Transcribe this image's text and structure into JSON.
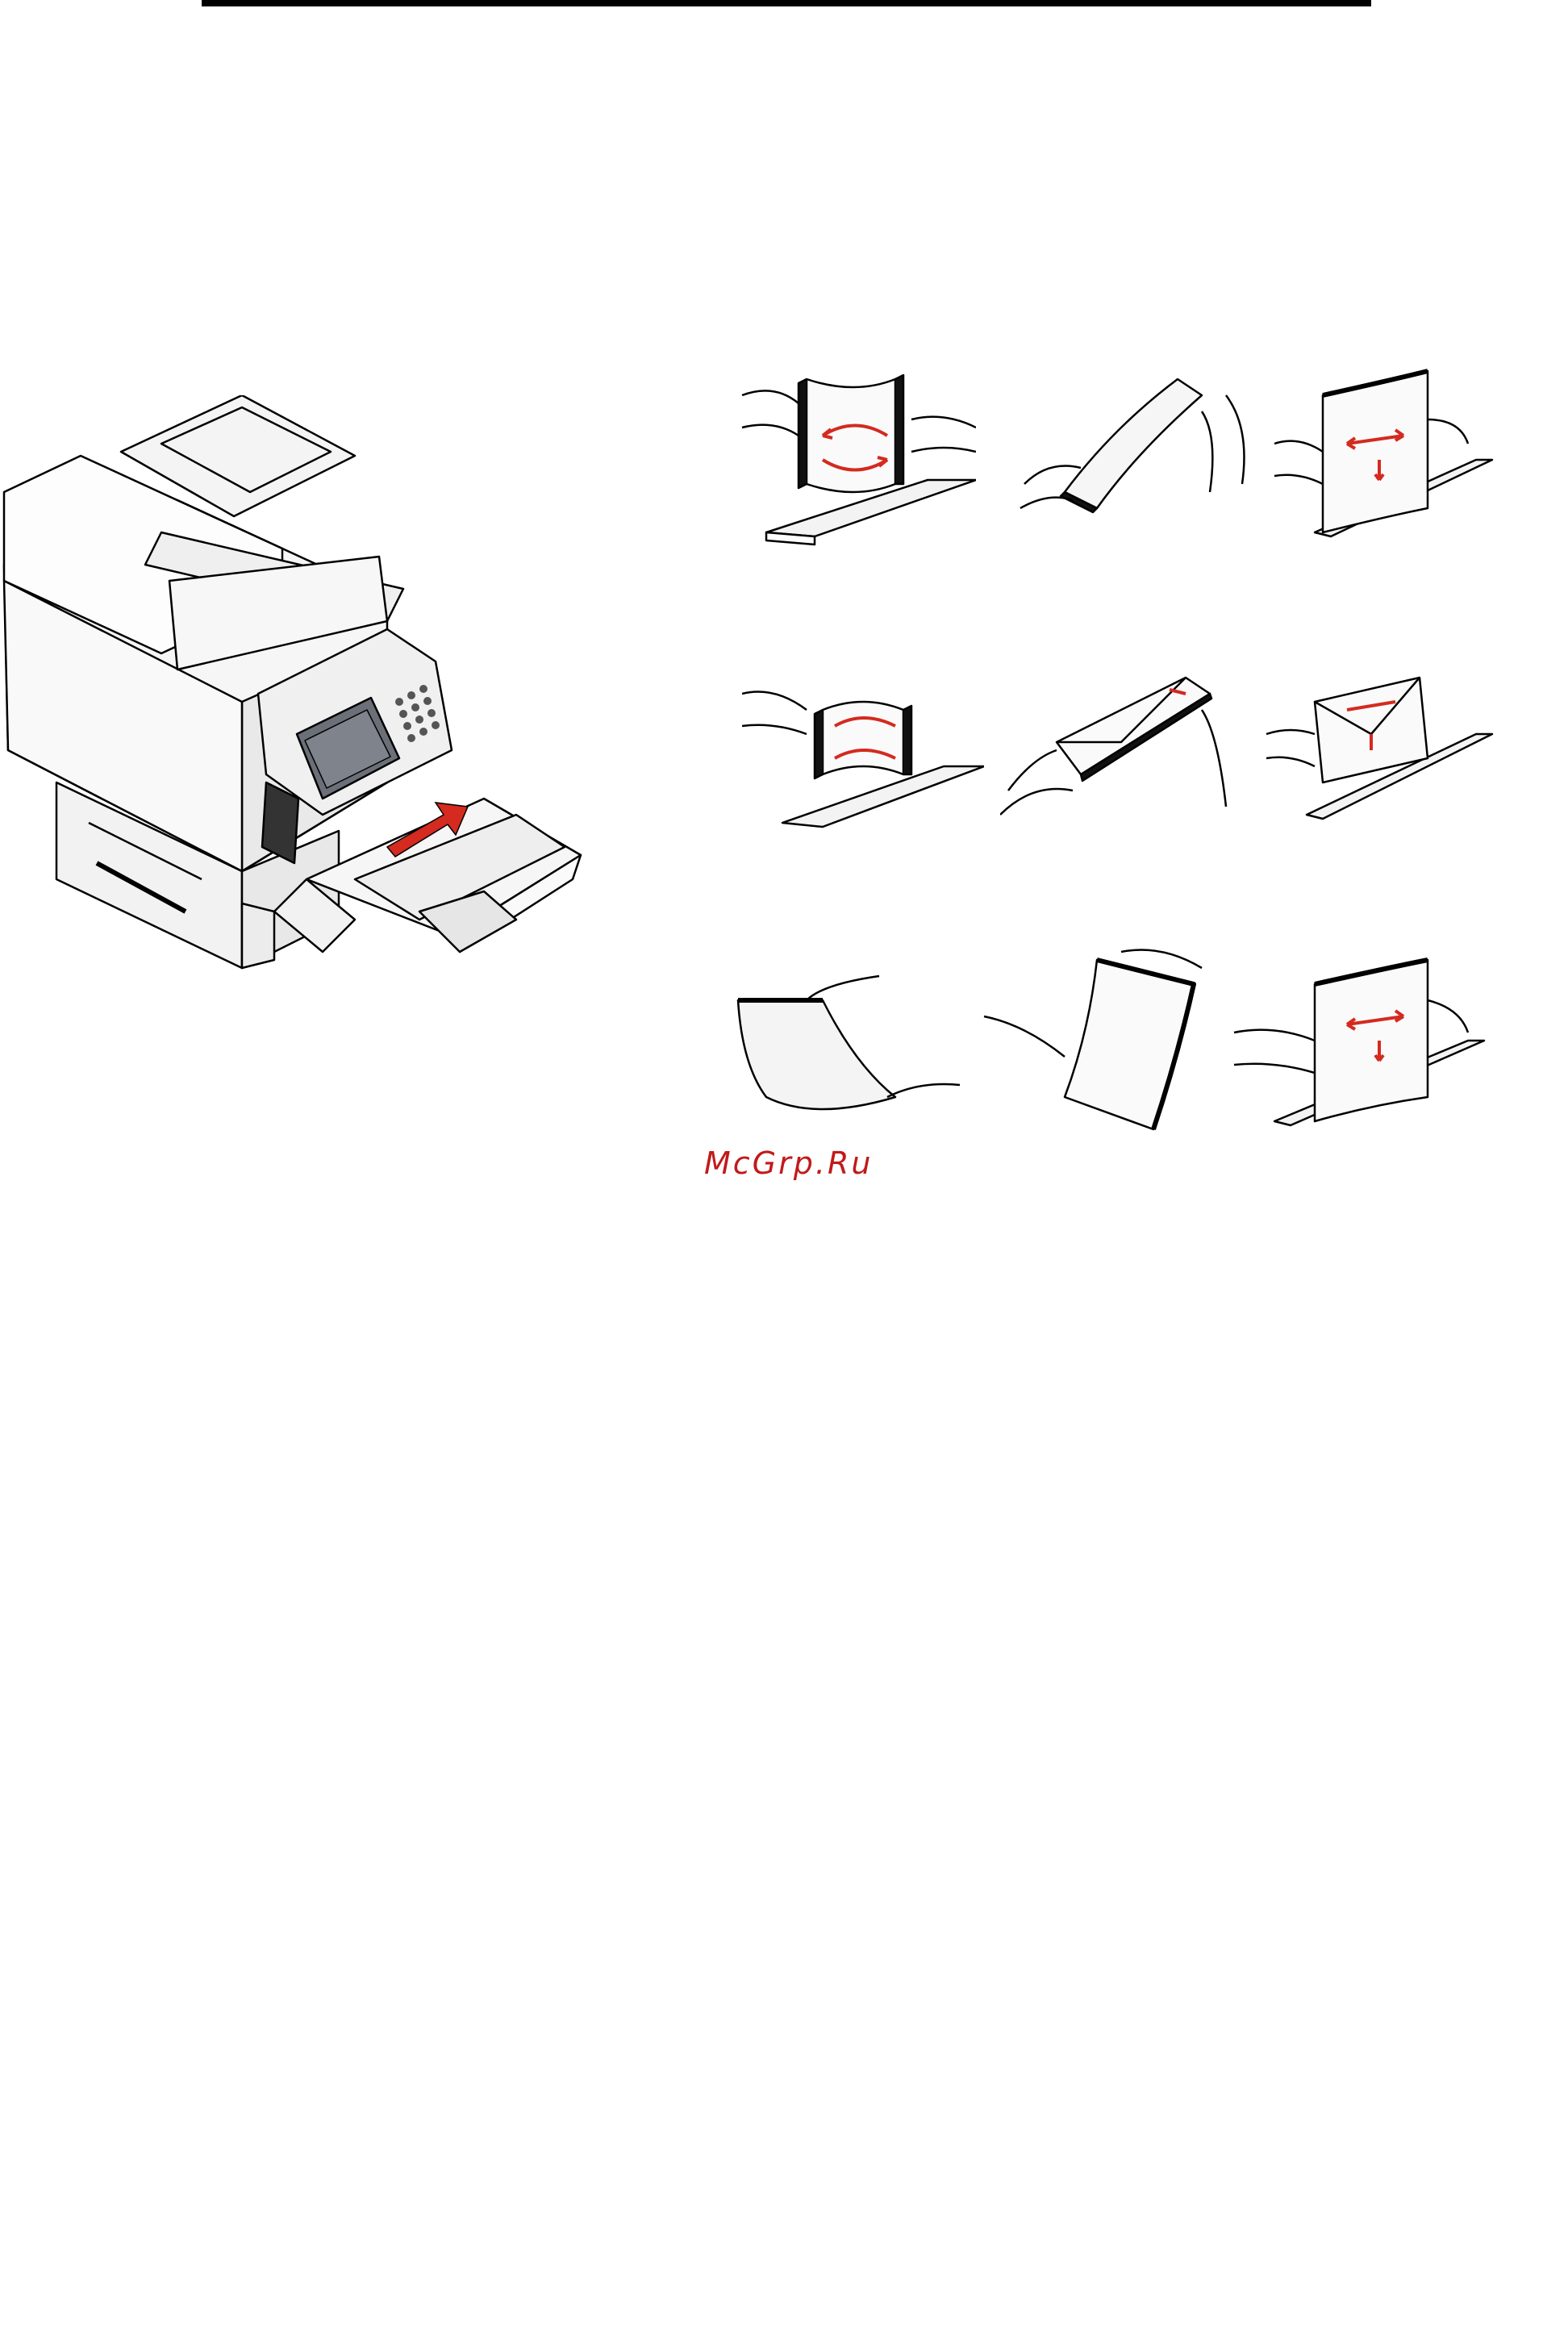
{
  "document": {
    "watermark": "McGrp.Ru"
  },
  "colors": {
    "ink": "#000000",
    "arrow": "#d42a1f",
    "panel_screen": "#6b6f78",
    "paper": "#f4f4f4"
  },
  "figures": [
    {
      "name": "printer-illustration",
      "icon": "mfp-printer-multipurpose-feeder"
    },
    {
      "name": "flex-paper-stack",
      "icon": "hands-flexing-paper"
    },
    {
      "name": "fan-paper-stack",
      "icon": "hands-fanning-paper"
    },
    {
      "name": "align-paper-edges",
      "icon": "hands-aligning-paper"
    },
    {
      "name": "flex-envelope-stack",
      "icon": "hands-flexing-envelopes"
    },
    {
      "name": "fan-envelopes",
      "icon": "hands-fanning-envelopes"
    },
    {
      "name": "align-envelopes",
      "icon": "hands-aligning-envelopes"
    },
    {
      "name": "flex-transparencies",
      "icon": "hands-bending-transparency"
    },
    {
      "name": "fan-transparencies",
      "icon": "hands-fanning-transparency"
    },
    {
      "name": "align-transparencies",
      "icon": "hands-aligning-transparency"
    }
  ]
}
